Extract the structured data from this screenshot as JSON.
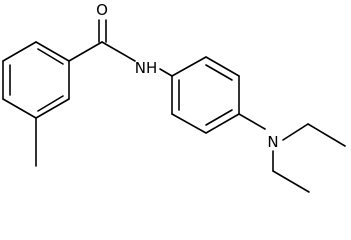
{
  "molecule": {
    "atoms": {
      "oxygen": "O",
      "amide_nitrogen": "NH",
      "amine_nitrogen": "N"
    }
  }
}
